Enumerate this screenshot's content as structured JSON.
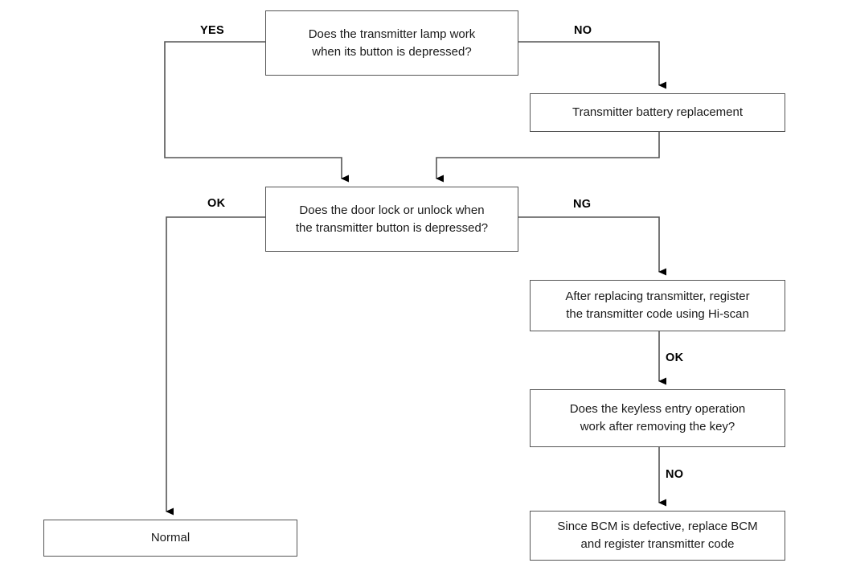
{
  "diagram": {
    "title": "Keyless entry transmitter troubleshooting flowchart",
    "line_color": "#555555",
    "arrow_color": "#000000",
    "text_color": "#1a1a1a",
    "background": "#ffffff"
  },
  "nodes": {
    "q_lamp": {
      "text": "Does the transmitter lamp work\nwhen its button is depressed?"
    },
    "battery_replace": {
      "text": "Transmitter battery replacement"
    },
    "q_door_lock": {
      "text": "Does the door lock or unlock when\nthe transmitter button is depressed?"
    },
    "register_code": {
      "text": "After replacing transmitter, register\nthe transmitter code using Hi-scan"
    },
    "q_keyless": {
      "text": "Does the keyless entry operation\nwork after removing the key?"
    },
    "replace_bcm": {
      "text": "Since BCM is defective, replace BCM\nand register transmitter code"
    },
    "normal": {
      "text": "Normal"
    }
  },
  "edge_labels": {
    "yes_lamp": "YES",
    "no_lamp": "NO",
    "ok_door": "OK",
    "ng_door": "NG",
    "ok_register": "OK",
    "no_keyless": "NO"
  }
}
